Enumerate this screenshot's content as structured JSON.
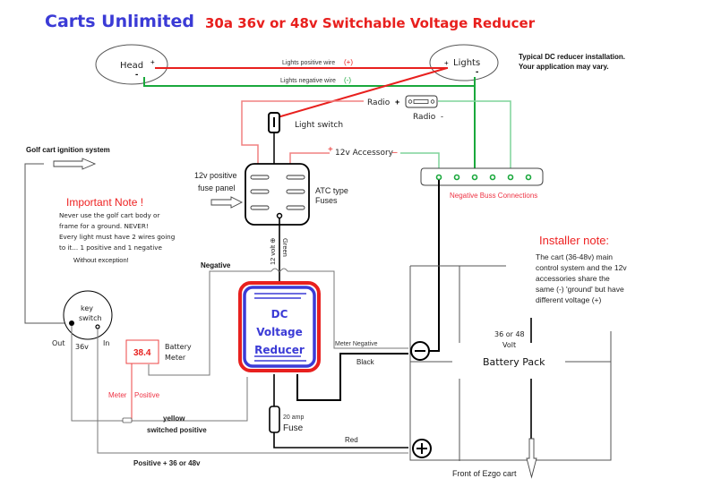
{
  "title": {
    "brand": "Carts Unlimited",
    "subtitle": "30a 36v or 48v Switchable Voltage Reducer"
  },
  "colors": {
    "brand_blue": "#3b3bd6",
    "title_red": "#e8201e",
    "wire_red": "#e8201e",
    "wire_green": "#1aa83c",
    "wire_light_green": "#7fd49a",
    "wire_pink": "#f08080",
    "wire_black": "#000000",
    "wire_gray": "#808080",
    "note_red": "#ee2222"
  },
  "lights": {
    "head_label": "Head",
    "lights_label": "Lights",
    "positive_wire_label": "Lights  positive wire",
    "positive_symbol": "(+)",
    "negative_wire_label": "Lights  negative wire",
    "negative_symbol": "(-)",
    "plus": "+",
    "minus": "-"
  },
  "disclaimer": {
    "line1": "Typical DC reducer installation.",
    "line2": "Your application may vary."
  },
  "radio": {
    "wire_label": "Radio",
    "plus": "+",
    "device_label": "Radio",
    "minus": "-"
  },
  "light_switch_label": "Light switch",
  "accessory": {
    "plus": "+",
    "label": "12v Accessory",
    "minus": "–"
  },
  "ignition_label": "Golf cart ignition system",
  "fuse_panel": {
    "label_line1": "12v positive",
    "label_line2": "fuse panel",
    "fuse_type_line1": "ATC type",
    "fuse_type_line2": "Fuses",
    "output_label_a": "12 volt ⊕",
    "output_label_b": "Green"
  },
  "negative_buss_label": "Negative Buss Connections",
  "important_note": {
    "heading": "Important Note !",
    "lines": [
      "Never use the golf cart body or",
      "frame for a ground. NEVER!",
      "Every light must have 2 wires going",
      "to it... 1 positive and 1 negative"
    ],
    "closing": "Without exception!"
  },
  "installer_note": {
    "heading": "Installer note:",
    "lines": [
      "The cart (36-48v) main",
      "control system and the 12v",
      "accessories share the",
      "same (-) 'ground' but have",
      "different voltage (+)"
    ]
  },
  "negative_label": "Negative",
  "key_switch": {
    "line1": "key",
    "line2": "switch",
    "out": "Out",
    "v36": "36v",
    "in": "In"
  },
  "battery_meter": {
    "reading": "38.4",
    "label_line1": "Battery",
    "label_line2": "Meter",
    "meter_label": "Meter",
    "positive_label": "Positive"
  },
  "reducer": {
    "line1": "DC",
    "line2": "Voltage",
    "line3": "Reducer"
  },
  "meter_negative_label": "Meter Negative",
  "black_label": "Black",
  "battery_pack": {
    "voltage_line1": "36 or 48",
    "voltage_line2": "Volt",
    "label": "Battery Pack",
    "neg_symbol": "−",
    "pos_symbol": "+",
    "front_label": "Front of  Ezgo cart"
  },
  "fuse20": {
    "rating": "20 amp",
    "label": "Fuse"
  },
  "red_label": "Red",
  "yellow_label": "yellow",
  "switched_positive_label": "switched positive",
  "main_positive_label": "Positive + 36 or 48v"
}
